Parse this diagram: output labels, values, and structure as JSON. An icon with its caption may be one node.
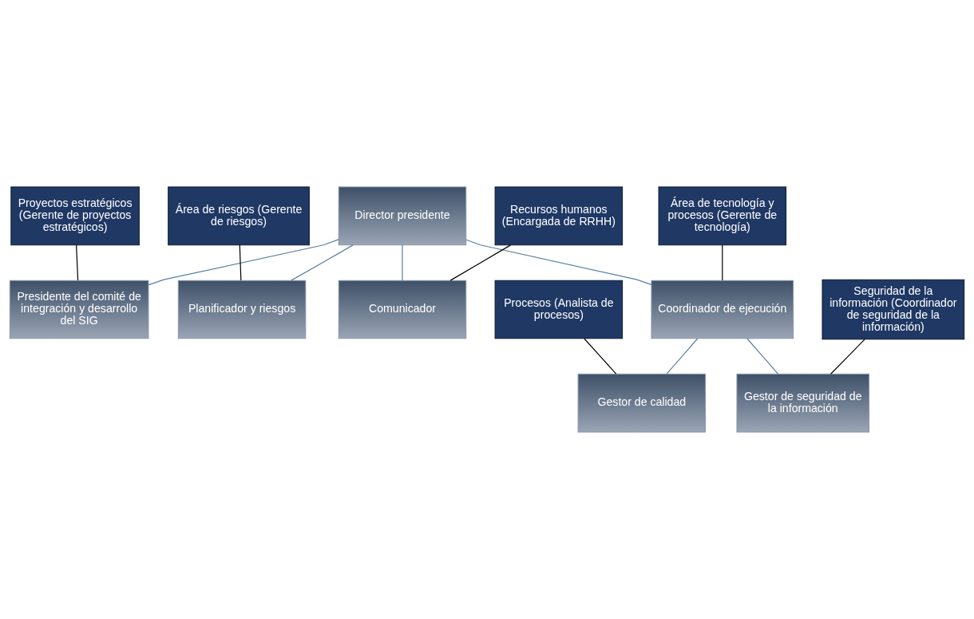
{
  "diagram": {
    "nodes": [
      {
        "text": [
          "Director presidente"
        ]
      },
      {
        "text": [
          "Proyectos estratégicos (Gerente de proyectos estratégicos)"
        ]
      },
      {
        "text": [
          "Presidente del comité de integración y desarrollo del SIG"
        ]
      },
      {
        "text": [
          "Área de tecnología y procesos (Gerente de tecnología)"
        ]
      },
      {
        "text": [
          "Área de riesgos (Gerente de riesgos)"
        ]
      },
      {
        "text": [
          "Planificador y riesgos"
        ]
      },
      {
        "text": [
          "Comunicador"
        ]
      },
      {
        "text": [
          "Coordinador de ejecución"
        ]
      },
      {
        "text": [
          "Procesos (Analista de procesos)"
        ]
      },
      {
        "text": [
          "Recursos humanos (Encargada de RRHH)"
        ]
      },
      {
        "text": [
          "Gestor de calidad"
        ]
      },
      {
        "text": [
          "Seguridad de la información (Coordinador de seguridad de la información)"
        ]
      },
      {
        "text": [
          "Gestor de seguridad de la información"
        ]
      }
    ],
    "edges": [
      {
        "from": 0,
        "to": 2,
        "arrow": "none"
      },
      {
        "from": 0,
        "to": 5,
        "arrow": "none"
      },
      {
        "from": 0,
        "to": 6,
        "arrow": "none"
      },
      {
        "from": 0,
        "to": 7,
        "arrow": "none"
      },
      {
        "from": 7,
        "to": 10,
        "arrow": "none"
      },
      {
        "from": 7,
        "to": 12,
        "arrow": "none"
      },
      {
        "from": 1,
        "to": 2,
        "arrow": "none",
        "color": "#000000"
      },
      {
        "from": 3,
        "to": 7,
        "arrow": "none",
        "color": "#000000"
      },
      {
        "from": 4,
        "to": 5,
        "arrow": "none",
        "color": "#000000"
      },
      {
        "from": 8,
        "to": 10,
        "arrow": "none",
        "color": "#000000"
      },
      {
        "from": 9,
        "to": 6,
        "arrow": "none",
        "color": "#000000"
      },
      {
        "from": 11,
        "to": 12,
        "arrow": "none",
        "color": "#000000"
      }
    ]
  }
}
